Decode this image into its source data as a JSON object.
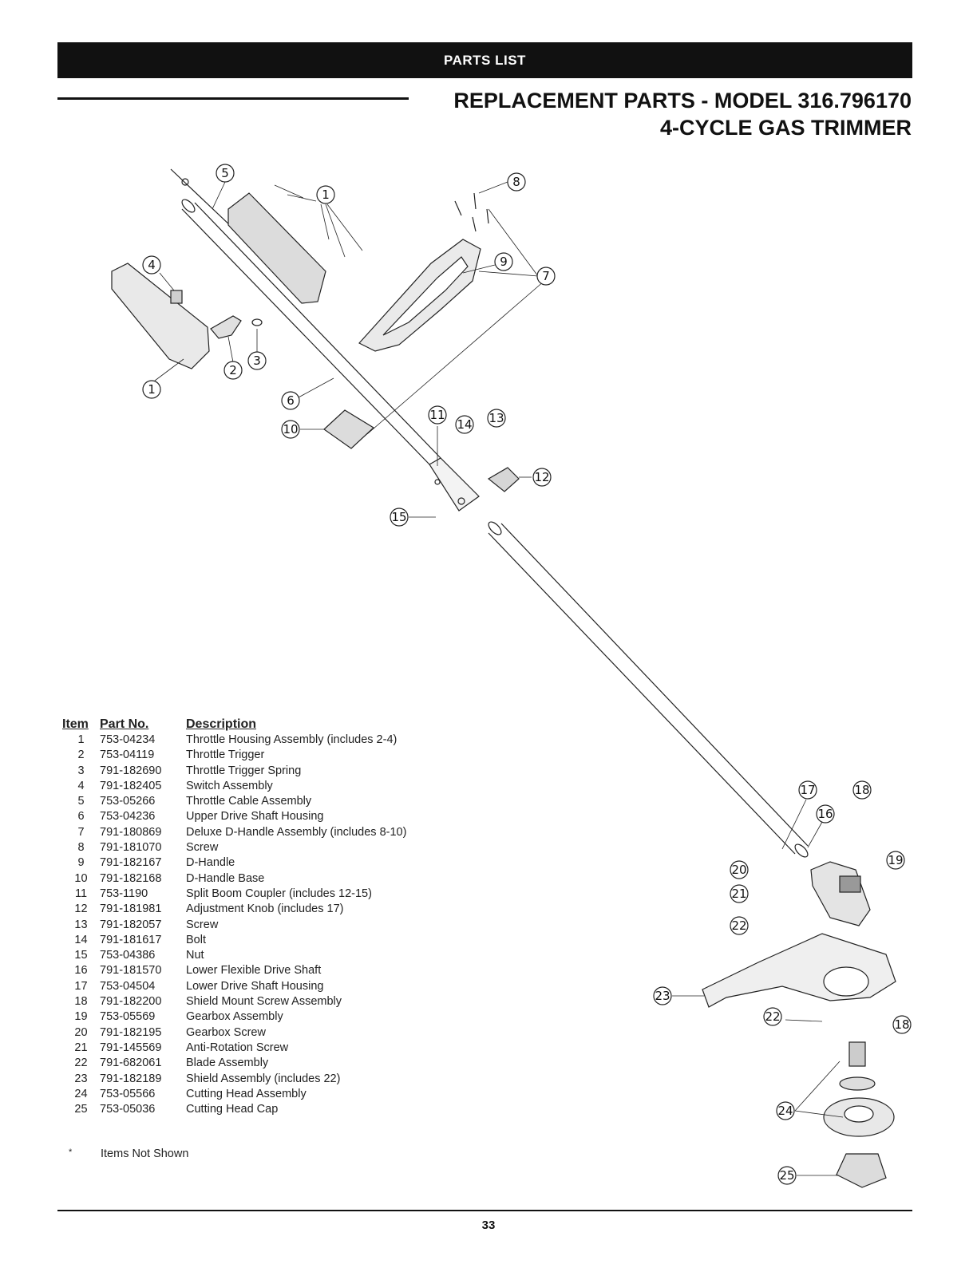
{
  "header": {
    "banner": "PARTS LIST",
    "title_line1": "REPLACEMENT PARTS - MODEL 316.796170",
    "title_line2": "4-CYCLE GAS TRIMMER"
  },
  "diagram": {
    "callouts": [
      "1",
      "2",
      "3",
      "4",
      "5",
      "6",
      "7",
      "8",
      "9",
      "10",
      "11",
      "12",
      "13",
      "14",
      "15",
      "16",
      "17",
      "18",
      "19",
      "20",
      "21",
      "22",
      "23",
      "24",
      "25"
    ]
  },
  "parts_table": {
    "headers": {
      "item": "Item",
      "part_no": "Part No.",
      "description": "Description"
    },
    "rows": [
      {
        "item": "1",
        "part_no": "753-04234",
        "description": "Throttle Housing Assembly (includes 2-4)"
      },
      {
        "item": "2",
        "part_no": "753-04119",
        "description": "Throttle Trigger"
      },
      {
        "item": "3",
        "part_no": "791-182690",
        "description": "Throttle Trigger Spring"
      },
      {
        "item": "4",
        "part_no": "791-182405",
        "description": "Switch Assembly"
      },
      {
        "item": "5",
        "part_no": "753-05266",
        "description": "Throttle Cable Assembly"
      },
      {
        "item": "6",
        "part_no": "753-04236",
        "description": "Upper Drive Shaft Housing"
      },
      {
        "item": "7",
        "part_no": "791-180869",
        "description": "Deluxe D-Handle Assembly (includes 8-10)"
      },
      {
        "item": "8",
        "part_no": "791-181070",
        "description": "Screw"
      },
      {
        "item": "9",
        "part_no": "791-182167",
        "description": "D-Handle"
      },
      {
        "item": "10",
        "part_no": "791-182168",
        "description": "D-Handle Base"
      },
      {
        "item": "11",
        "part_no": "753-1190",
        "description": "Split Boom Coupler (includes 12-15)"
      },
      {
        "item": "12",
        "part_no": "791-181981",
        "description": "Adjustment Knob (includes 17)"
      },
      {
        "item": "13",
        "part_no": "791-182057",
        "description": "Screw"
      },
      {
        "item": "14",
        "part_no": "791-181617",
        "description": "Bolt"
      },
      {
        "item": "15",
        "part_no": "753-04386",
        "description": "Nut"
      },
      {
        "item": "16",
        "part_no": "791-181570",
        "description": "Lower Flexible Drive Shaft"
      },
      {
        "item": "17",
        "part_no": "753-04504",
        "description": "Lower Drive Shaft Housing"
      },
      {
        "item": "18",
        "part_no": "791-182200",
        "description": "Shield Mount Screw Assembly"
      },
      {
        "item": "19",
        "part_no": "753-05569",
        "description": "Gearbox Assembly"
      },
      {
        "item": "20",
        "part_no": "791-182195",
        "description": "Gearbox Screw"
      },
      {
        "item": "21",
        "part_no": "791-145569",
        "description": "Anti-Rotation Screw"
      },
      {
        "item": "22",
        "part_no": "791-682061",
        "description": "Blade Assembly"
      },
      {
        "item": "23",
        "part_no": "791-182189",
        "description": "Shield Assembly (includes 22)"
      },
      {
        "item": "24",
        "part_no": "753-05566",
        "description": "Cutting Head Assembly"
      },
      {
        "item": "25",
        "part_no": "753-05036",
        "description": "Cutting Head Cap"
      }
    ]
  },
  "footnote": {
    "symbol": "*",
    "text": "Items Not Shown"
  },
  "page_number": "33"
}
